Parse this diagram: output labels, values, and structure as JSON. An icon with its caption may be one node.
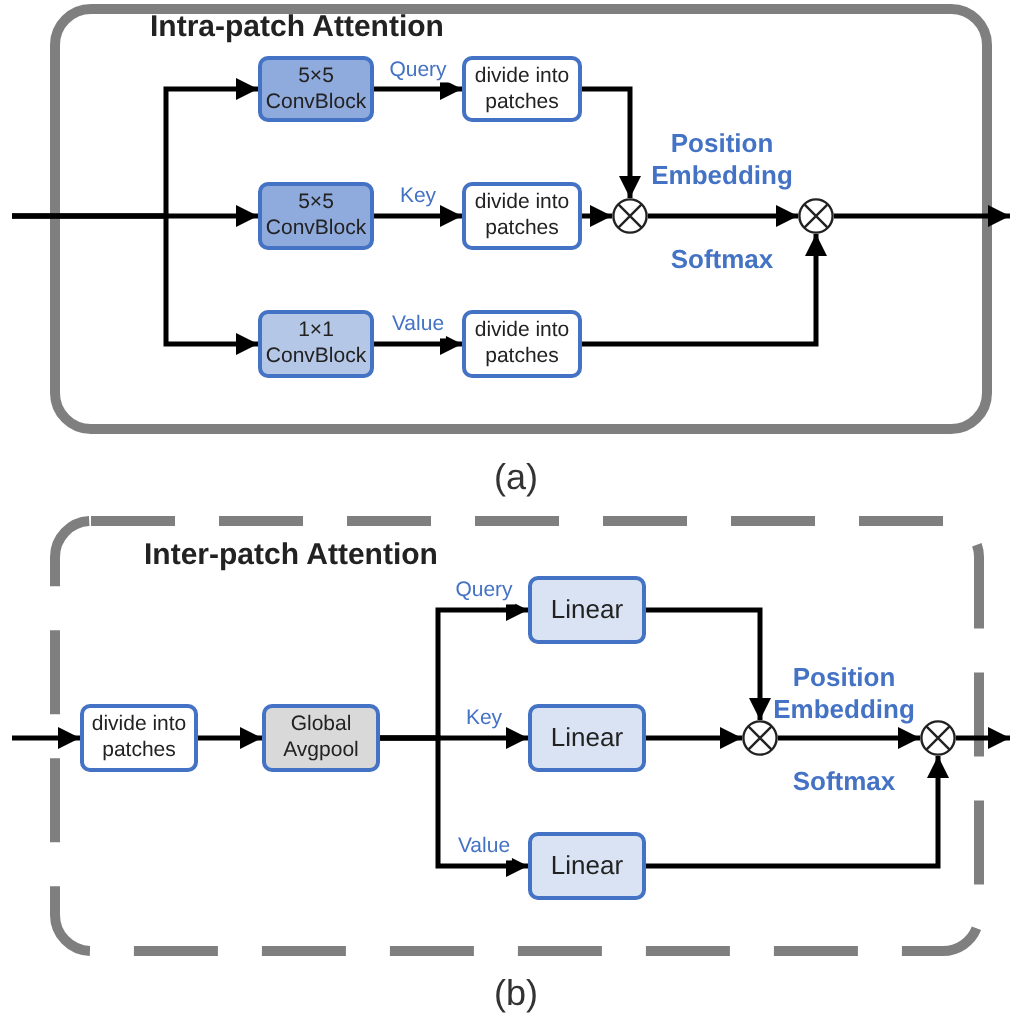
{
  "diagram": {
    "nodes": [
      {
        "text": [
          "Intra-patch Attention"
        ]
      },
      {
        "text": [
          "5×5 ConvBlock"
        ],
        "in": 0
      },
      {
        "text": [
          "5×5 ConvBlock"
        ],
        "in": 0
      },
      {
        "text": [
          "1×1 ConvBlock"
        ],
        "in": 0
      },
      {
        "text": [
          "divide into patches"
        ],
        "in": 0
      },
      {
        "text": [
          "divide into patches"
        ],
        "in": 0
      },
      {
        "text": [
          "divide into patches"
        ],
        "in": 0
      },
      {
        "text": [],
        "shape": "circle",
        "in": 0
      },
      {
        "text": [],
        "shape": "circle",
        "in": 0
      },
      {
        "text": [
          "Inter-patch Attention"
        ]
      },
      {
        "text": [
          "divide into patches"
        ],
        "in": 9
      },
      {
        "text": [
          "Global Avgpool"
        ],
        "in": 9
      },
      {
        "text": [
          "Linear"
        ],
        "in": 9
      },
      {
        "text": [
          "Linear"
        ],
        "in": 9
      },
      {
        "text": [
          "Linear"
        ],
        "in": 9
      },
      {
        "text": [],
        "shape": "circle",
        "in": 9
      },
      {
        "text": [],
        "shape": "circle",
        "in": 9
      }
    ],
    "edges": [
      {
        "from": null,
        "to": 1,
        "arrow": "to"
      },
      {
        "from": null,
        "to": 2,
        "arrow": "to"
      },
      {
        "from": null,
        "to": 3,
        "arrow": "to"
      },
      {
        "from": 1,
        "to": 4,
        "arrow": "to",
        "label": "Query"
      },
      {
        "from": 2,
        "to": 5,
        "arrow": "to",
        "label": "Key"
      },
      {
        "from": 3,
        "to": 6,
        "arrow": "to",
        "label": "Value"
      },
      {
        "from": 4,
        "to": 7,
        "arrow": "to"
      },
      {
        "from": 5,
        "to": 7,
        "arrow": "to"
      },
      {
        "from": 7,
        "to": 8,
        "arrow": "to"
      },
      {
        "from": 6,
        "to": 8,
        "arrow": "to"
      },
      {
        "from": 8,
        "to": null,
        "arrow": "to"
      },
      {
        "from": null,
        "to": 10,
        "arrow": "to"
      },
      {
        "from": 10,
        "to": 11,
        "arrow": "to"
      },
      {
        "from": 11,
        "to": 12,
        "arrow": "to",
        "label": "Query"
      },
      {
        "from": 11,
        "to": 13,
        "arrow": "to",
        "label": "Key"
      },
      {
        "from": 11,
        "to": 14,
        "arrow": "to",
        "label": "Value"
      },
      {
        "from": 12,
        "to": 15,
        "arrow": "to"
      },
      {
        "from": 13,
        "to": 15,
        "arrow": "to"
      },
      {
        "from": 15,
        "to": 16,
        "arrow": "to"
      },
      {
        "from": 14,
        "to": 16,
        "arrow": "to"
      },
      {
        "from": 16,
        "to": null,
        "arrow": "to"
      }
    ],
    "labels": [
      "Position Embedding",
      "Softmax",
      "(a)",
      "Position Embedding",
      "Softmax",
      "(b)"
    ]
  }
}
